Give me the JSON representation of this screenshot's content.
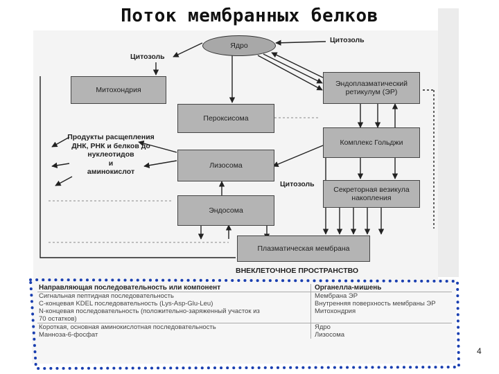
{
  "title": "Поток мембранных белков",
  "diagram": {
    "nucleus": "Ядро",
    "cytosol_labels": [
      "Цитозоль",
      "Цитозоль",
      "Цитозоль"
    ],
    "boxes": {
      "mitochondria": "Митохондрия",
      "er": "Эндоплазматический ретикулум (ЭР)",
      "peroxisome": "Пероксисома",
      "golgi": "Комплекс Гольджи",
      "lysosome": "Лизосома",
      "secretory": "Секреторная везикула накопления",
      "endosome": "Эндосома",
      "plasma_membrane": "Плазматическая мембрана"
    },
    "products": [
      "Продукты расщепления",
      "ДНК, РНК и белков до",
      "нуклеотидов",
      "и",
      "аминокислот"
    ],
    "extracellular": "ВНЕКЛЕТОЧНОЕ ПРОСТРАНСТВО"
  },
  "table": {
    "headers": [
      "Направляющая последовательность или компонент",
      "Органелла-мишень"
    ],
    "rows": [
      [
        "Сигнальная пептидная последовательность",
        "Мембрана ЭР"
      ],
      [
        "С-концевая KDEL последовательность (Lys-Asp-Glu-Leu)",
        "Внутренняя поверхность мембраны ЭР"
      ],
      [
        "N-концевая последовательность (положительно-заряженный участок из",
        "Митохондрия"
      ],
      [
        "70 остатков)",
        ""
      ],
      [
        "Короткая, основная аминокислотная последовательность",
        "Ядро"
      ],
      [
        "Манноза-6-фосфат",
        "Лизосома"
      ]
    ]
  },
  "slide_number": "4"
}
